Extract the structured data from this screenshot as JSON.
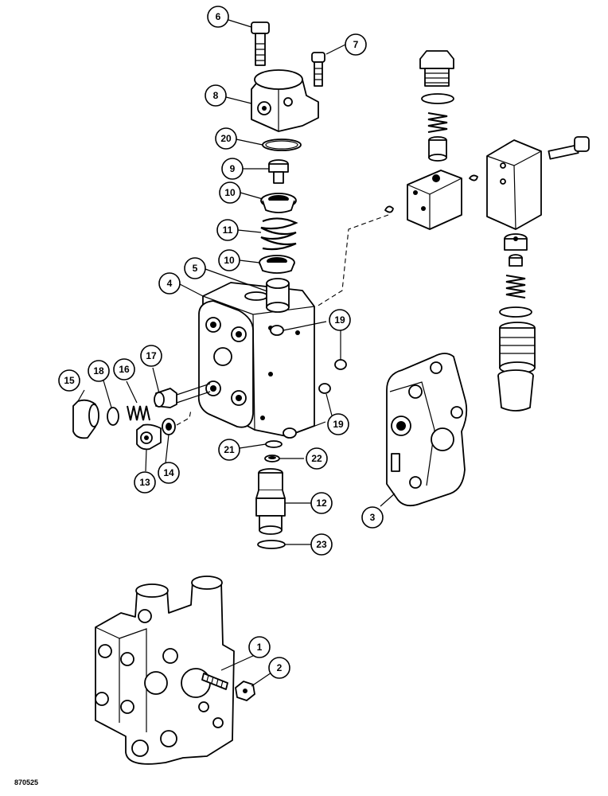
{
  "drawing": {
    "figure_code": "870525"
  },
  "callouts": [
    {
      "label": "1"
    },
    {
      "label": "2"
    },
    {
      "label": "3"
    },
    {
      "label": "4"
    },
    {
      "label": "5"
    },
    {
      "label": "6"
    },
    {
      "label": "7"
    },
    {
      "label": "8"
    },
    {
      "label": "9"
    },
    {
      "label": "10"
    },
    {
      "label": "10"
    },
    {
      "label": "11"
    },
    {
      "label": "12"
    },
    {
      "label": "13"
    },
    {
      "label": "14"
    },
    {
      "label": "15"
    },
    {
      "label": "16"
    },
    {
      "label": "17"
    },
    {
      "label": "18"
    },
    {
      "label": "19"
    },
    {
      "label": "19"
    },
    {
      "label": "20"
    },
    {
      "label": "21"
    },
    {
      "label": "22"
    },
    {
      "label": "23"
    }
  ]
}
